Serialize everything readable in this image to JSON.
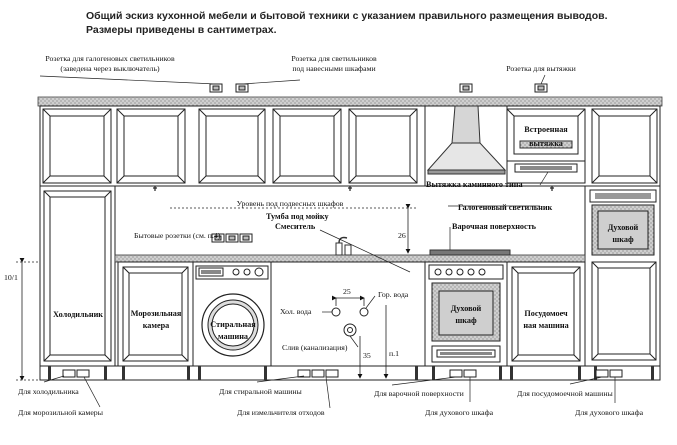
{
  "title": "Общий эскиз кухонной мебели и бытовой техники с указанием правильного размещения выводов.  Размеры приведены в сантиметрах.",
  "labels": {
    "halogen_socket_1": "Розетка для галогеновых светильников",
    "halogen_socket_2": "(заведена через выключатель)",
    "cabinet_light_1": "Розетка для светильников",
    "cabinet_light_2": "под навесными шкафами",
    "hood_socket": "Розетка для вытяжки",
    "builtin_hood_1": "Встроенная",
    "builtin_hood_2": "вытяжка",
    "fireplace_hood": "Вытяжка каминного типа",
    "halogen_lamp": "Галогеновый светильник",
    "cabinet_level": "Уровень под подвесных шкафов",
    "sink_stand": "Тумба под мойку",
    "mixer": "Смеситель",
    "hob": "Варочная поверхность",
    "appliance_sockets": "Бытовые розетки (см. п.4)",
    "oven_top_1": "Духовой",
    "oven_top_2": "шкаф",
    "fridge": "Холодильник",
    "freezer_1": "Морозильная",
    "freezer_2": "камера",
    "washer_1": "Стиральная",
    "washer_2": "машина",
    "cold_water": "Хол. вода",
    "hot_water": "Гор. вода",
    "drain": "Слив (канализация)",
    "oven_mid_1": "Духовой",
    "oven_mid_2": "шкаф",
    "dishwasher_1": "Посудомоеч",
    "dishwasher_2": "ная машина",
    "dim_25": "25",
    "dim_26": "26",
    "dim_35": "35",
    "dim_n1": "п.1",
    "dim_10": "10/1",
    "socket_fridge": "Для холодильника",
    "socket_freezer": "Для морозильной камеры",
    "socket_washer": "Для стиральной машины",
    "socket_grinder": "Для измельчителя отходов",
    "socket_hob": "Для варочной поверхности",
    "socket_oven": "Для духового шкафа",
    "socket_dishwasher": "Для посудомоечной машины",
    "socket_oven_2": "Для духового шкафа"
  }
}
